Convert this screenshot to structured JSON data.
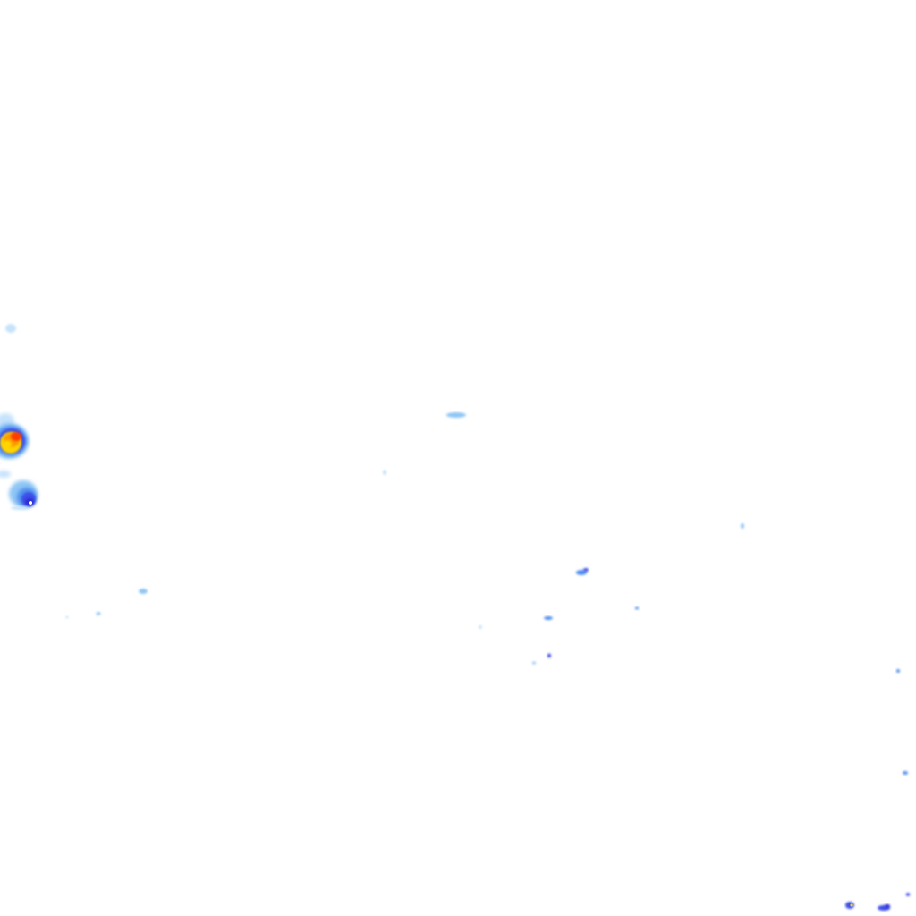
{
  "layer": {
    "kind": "precipitation-radar-overlay",
    "background": "#ffffff"
  },
  "palette": {
    "very_light": "#c6e3fb",
    "light": "#8fc6f5",
    "light_moderate": "#4f8ff0",
    "moderate": "#3d4fe6",
    "moderate_heavy": "#2f2bd6",
    "heavy": "#ffd400",
    "very_heavy": "#ff9a00",
    "extreme": "#ff3b00",
    "core": "#ffffff"
  },
  "cells": [
    {
      "name": "storm-cell-west",
      "intensity": "extreme"
    },
    {
      "name": "rain-cell-southwest",
      "intensity": "moderate_heavy"
    },
    {
      "name": "drizzle-cluster-center",
      "intensity": "light"
    },
    {
      "name": "rain-dots-southeast",
      "intensity": "moderate"
    },
    {
      "name": "rain-dots-bottom-right",
      "intensity": "moderate_heavy"
    }
  ]
}
